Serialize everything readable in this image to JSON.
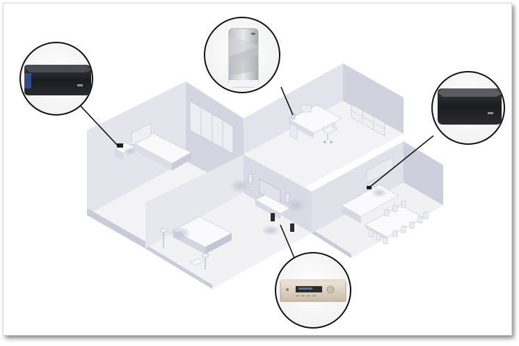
{
  "scene": {
    "rooms": [
      "bedroom",
      "study",
      "living-room",
      "kitchen-dining"
    ],
    "callouts": [
      {
        "device": "wide-wireless-speaker",
        "room": "bedroom"
      },
      {
        "device": "tall-wireless-speaker",
        "room": "study"
      },
      {
        "device": "wide-wireless-speaker",
        "room": "kitchen-dining"
      },
      {
        "device": "network-av-receiver",
        "room": "living-room"
      }
    ],
    "colors": {
      "floor": "#f4f4f6",
      "wall_light": "#e6e7ee",
      "wall_mid": "#cfd2de",
      "wall_dark": "#b9bdcc",
      "speaker_black": "#1e1f22",
      "speaker_blue_glow": "#3b6fd4",
      "receiver_silver": "#d9cfc2"
    }
  }
}
